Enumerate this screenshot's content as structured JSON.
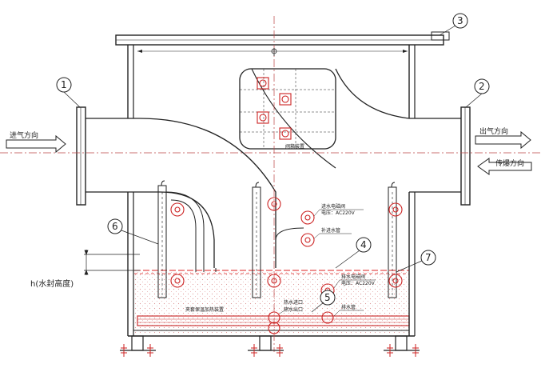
{
  "callouts": [
    "1",
    "2",
    "3",
    "4",
    "5",
    "6",
    "7"
  ],
  "labels": {
    "inlet_direction": "进气方向",
    "outlet_direction": "出气方向",
    "blast_direction": "传爆方向",
    "water_seal_height": "h(水封高度)",
    "valve_box_label": "阀箱装置",
    "inlet_valve_label": "进水电磁阀",
    "inlet_valve_voltage": "电压：AC220V",
    "external_inlet_pipe": "补进水管",
    "drain_valve_label": "排水电磁阀",
    "drain_valve_voltage": "电压：AC220V",
    "hot_water_inlet": "热水进口",
    "hot_water_outlet": "热水出口",
    "drain_pipe": "排水管",
    "heating_device": "夹套保温加热装置"
  }
}
